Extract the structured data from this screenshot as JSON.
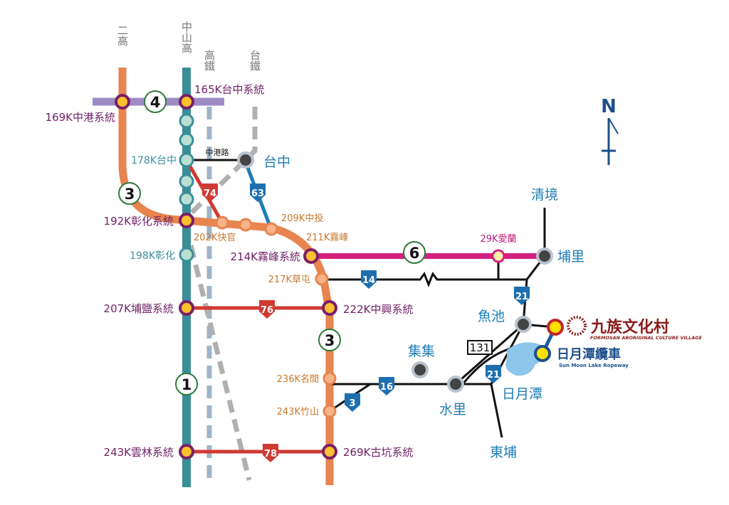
{
  "line_headers": {
    "freeway3": "二高",
    "freeway1": "中山高",
    "hsr": "高鐵",
    "tra": "台鐵"
  },
  "interchanges": {
    "i169": "169K中港系統",
    "i165": "165K台中系統",
    "i178": "178K台中",
    "i192": "192K彰化系統",
    "i198": "198K彰化",
    "i207": "207K埔鹽系統",
    "i243y": "243K雲林系統",
    "i202": "202K快官",
    "i209": "209K中投",
    "i211": "211K霧峰",
    "i214": "214K霧峰系統",
    "i217": "217K草屯",
    "i222": "222K中興系統",
    "i236": "236K名間",
    "i243z": "243K竹山",
    "i269": "269K古坑系統",
    "i29": "29K愛蘭"
  },
  "roads": {
    "zhonggang": "中港路",
    "r4": "4",
    "r3a": "3",
    "r3b": "3",
    "r1": "1",
    "r6": "6",
    "r74": "74",
    "r63": "63",
    "r76": "76",
    "r78": "78",
    "r14": "14",
    "r21a": "21",
    "r21b": "21",
    "r16": "16",
    "r3c": "3",
    "r131": "131"
  },
  "places": {
    "taichung": "台中",
    "qingjing": "清境",
    "puli": "埔里",
    "yuchi": "魚池",
    "jiji": "集集",
    "shuili": "水里",
    "sunmoonlake": "日月潭",
    "dongpu": "東埔"
  },
  "attractions": {
    "formosan_cn": "九族文化村",
    "formosan_en": "FORMOSAN ABORIGINAL CULTURE VILLAGE",
    "ropeway_cn": "日月潭纜車",
    "ropeway_en": "Sun Moon Lake Ropeway"
  },
  "north": "N",
  "colors": {
    "freeway3": "#e8844f",
    "freeway1": "#3a8e99",
    "fw4": "#9d8cc4",
    "fw6": "#d4207f",
    "provincial": "#cf3a32",
    "blue": "#1e7db6"
  }
}
